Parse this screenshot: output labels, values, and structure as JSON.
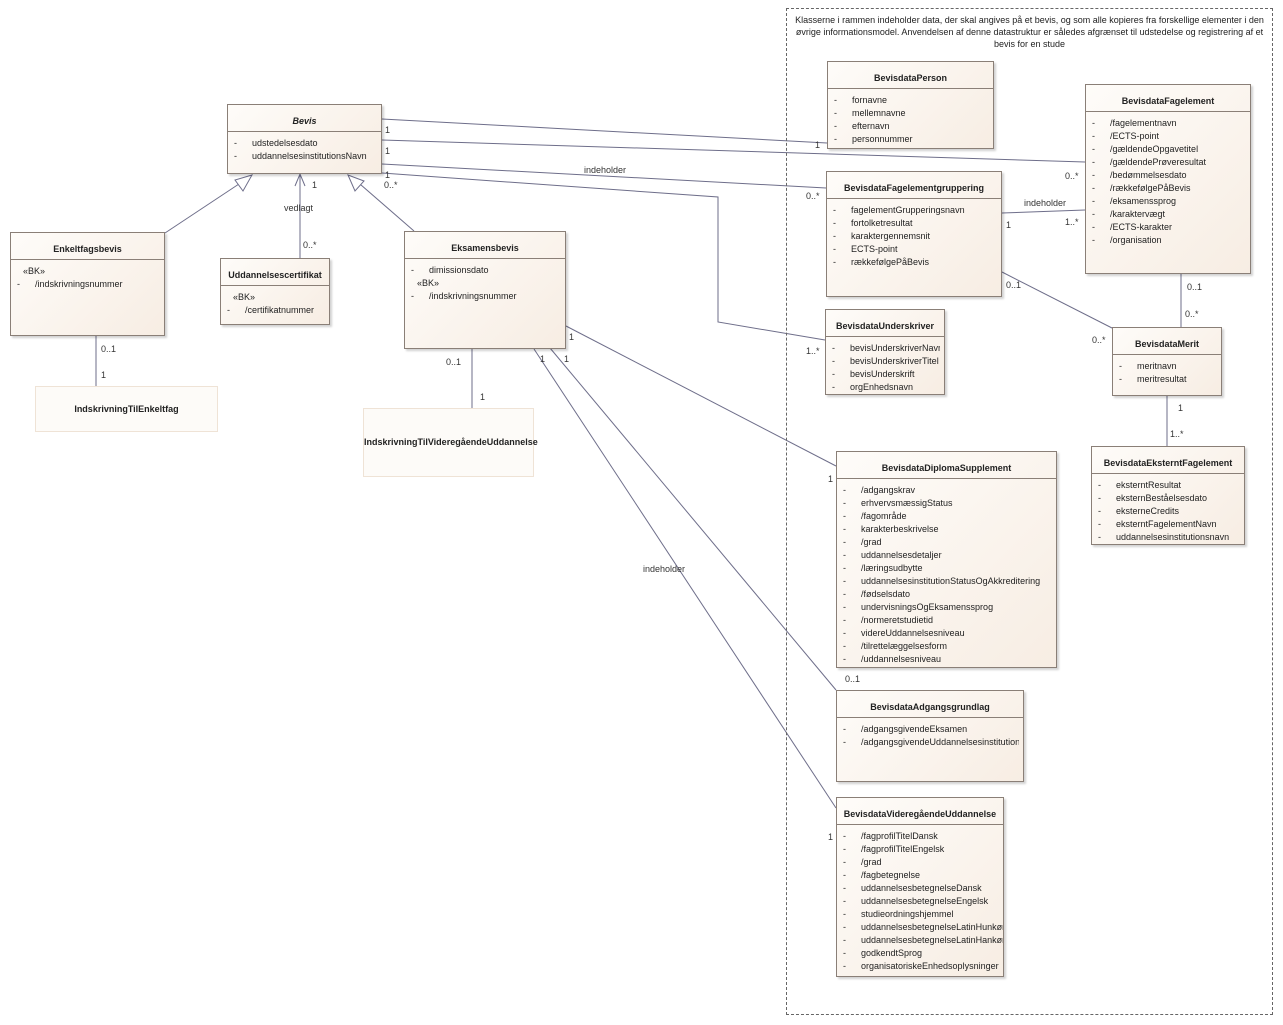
{
  "frame_note": "Klasserne i rammen indeholder data, der skal angives på et bevis, og som alle kopieres fra forskellige elementer i den øvrige informationsmodel. Anvendelsen af denne datastruktur er således afgrænset til udstedelse og registrering af et bevis for en stude",
  "classes": {
    "bevis": {
      "name": "Bevis",
      "attrs": [
        [
          "-",
          "udstedelsesdato"
        ],
        [
          "-",
          "uddannelsesinstitutionsNavn"
        ]
      ]
    },
    "enkeltfagsbevis": {
      "name": "Enkeltfagsbevis",
      "stereotype": "«BK»",
      "attrs": [
        [
          "-",
          "/indskrivningsnummer"
        ]
      ]
    },
    "uddannelsescertifikat": {
      "name": "Uddannelsescertifikat",
      "stereotype": "«BK»",
      "attrs": [
        [
          "-",
          "/certifikatnummer"
        ]
      ]
    },
    "eksamensbevis": {
      "name": "Eksamensbevis",
      "attrs": [
        [
          "-",
          "dimissionsdato"
        ]
      ],
      "stereotype": "«BK»",
      "attrs2": [
        [
          "-",
          "/indskrivningsnummer"
        ]
      ]
    },
    "person": {
      "name": "BevisdataPerson",
      "attrs": [
        [
          "-",
          "fornavne"
        ],
        [
          "-",
          "mellemnavne"
        ],
        [
          "-",
          "efternavn"
        ],
        [
          "-",
          "personnummer"
        ]
      ]
    },
    "fagelement": {
      "name": "BevisdataFagelement",
      "attrs": [
        [
          "-",
          "/fagelementnavn"
        ],
        [
          "-",
          "/ECTS-point"
        ],
        [
          "-",
          "/gældendeOpgavetitel"
        ],
        [
          "-",
          "/gældendePrøveresultat"
        ],
        [
          "-",
          "/bedømmelsesdato"
        ],
        [
          "-",
          "/rækkefølgePåBevis"
        ],
        [
          "-",
          "/eksamenssprog"
        ],
        [
          "-",
          "/karaktervægt"
        ],
        [
          "-",
          "/ECTS-karakter"
        ],
        [
          "-",
          "/organisation"
        ]
      ]
    },
    "gruppering": {
      "name": "BevisdataFagelementgruppering",
      "attrs": [
        [
          "-",
          "fagelementGrupperingsnavn"
        ],
        [
          "-",
          "fortolketresultat"
        ],
        [
          "-",
          "karaktergennemsnit"
        ],
        [
          "-",
          "ECTS-point"
        ],
        [
          "-",
          "rækkefølgePåBevis"
        ]
      ]
    },
    "underskriver": {
      "name": "BevisdataUnderskriver",
      "attrs": [
        [
          "-",
          "bevisUnderskriverNavn"
        ],
        [
          "-",
          "bevisUnderskriverTitel"
        ],
        [
          "-",
          "bevisUnderskrift"
        ],
        [
          "-",
          "orgEnhedsnavn"
        ]
      ]
    },
    "merit": {
      "name": "BevisdataMerit",
      "attrs": [
        [
          "-",
          "meritnavn"
        ],
        [
          "-",
          "meritresultat"
        ]
      ]
    },
    "ekstern": {
      "name": "BevisdataEksterntFagelement",
      "attrs": [
        [
          "-",
          "eksterntResultat"
        ],
        [
          "-",
          "eksternBeståelsesdato"
        ],
        [
          "-",
          "eksterneCredits"
        ],
        [
          "-",
          "eksterntFagelementNavn"
        ],
        [
          "-",
          "uddannelsesinstitutionsnavn"
        ]
      ]
    },
    "diploma": {
      "name": "BevisdataDiplomaSupplement",
      "attrs": [
        [
          "-",
          "/adgangskrav"
        ],
        [
          "-",
          "erhvervsmæssigStatus"
        ],
        [
          "-",
          "/fagområde"
        ],
        [
          "-",
          "karakterbeskrivelse"
        ],
        [
          "-",
          "/grad"
        ],
        [
          "-",
          "uddannelsesdetaljer"
        ],
        [
          "-",
          "/læringsudbytte"
        ],
        [
          "-",
          "uddannelsesinstitutionStatusOgAkkreditering"
        ],
        [
          "-",
          "/fødselsdato"
        ],
        [
          "-",
          "undervisningsOgEksamenssprog"
        ],
        [
          "-",
          "/normeretstudietid"
        ],
        [
          "-",
          "videreUddannelsesniveau"
        ],
        [
          "-",
          "/tilrettelæggelsesform"
        ],
        [
          "-",
          "/uddannelsesniveau"
        ]
      ]
    },
    "adgang": {
      "name": "BevisdataAdgangsgrundlag",
      "attrs": [
        [
          "-",
          "/adgangsgivendeEksamen"
        ],
        [
          "-",
          "/adgangsgivendeUddannelsesinstitution"
        ]
      ]
    },
    "videre": {
      "name": "BevisdataVideregåendeUddannelse",
      "attrs": [
        [
          "-",
          "/fagprofilTitelDansk"
        ],
        [
          "-",
          "/fagprofilTitelEngelsk"
        ],
        [
          "-",
          "/grad"
        ],
        [
          "-",
          "/fagbetegnelse"
        ],
        [
          "-",
          "uddannelsesbetegnelseDansk"
        ],
        [
          "-",
          "uddannelsesbetegnelseEngelsk"
        ],
        [
          "-",
          "studieordningshjemmel"
        ],
        [
          "-",
          "uddannelsesbetegnelseLatinHunkøn"
        ],
        [
          "-",
          "uddannelsesbetegnelseLatinHankøn"
        ],
        [
          "-",
          "godkendtSprog"
        ],
        [
          "-",
          "organisatoriskeEnhedsoplysninger"
        ]
      ]
    }
  },
  "notes": {
    "indskrivning_enkeltfag": "IndskrivningTilEnkeltfag",
    "indskrivning_videre": "IndskrivningTilVideregåendeUddannelse"
  },
  "labels": {
    "vedlagt": "vedlagt",
    "indeholder_1": "indeholder",
    "indeholder_2": "indeholder",
    "indeholder_3": "indeholder",
    "m_bevis_person_1": "1",
    "m_person_1": "1",
    "m_bevis_fag_1": "1",
    "m_fag_0n": "0..*",
    "m_bevis_grp_1": "1",
    "m_grp_0n": "0..*",
    "m_bevis_und_1": "1",
    "m_bevis_und_0n": "0..*",
    "m_und_1n": "1..*",
    "m_cert_1": "1",
    "m_cert_0n": "0..*",
    "m_grp_fag_1": "1",
    "m_grp_fag_1n": "1..*",
    "m_grp_merit_01": "0..1",
    "m_merit_0n_left": "0..*",
    "m_fag_merit_01": "0..1",
    "m_fag_merit_0n": "0..*",
    "m_merit_ekst_1": "1",
    "m_merit_ekst_1n": "1..*",
    "m_enk_01": "0..1",
    "m_enk_note_1": "1",
    "m_eks_01": "0..1",
    "m_eks_note_1": "1",
    "m_eks_dip_1": "1",
    "m_dip_1": "1",
    "m_eks_adg_1": "1",
    "m_adg_01": "0..1",
    "m_eks_vid_1": "1",
    "m_vid_1": "1"
  }
}
